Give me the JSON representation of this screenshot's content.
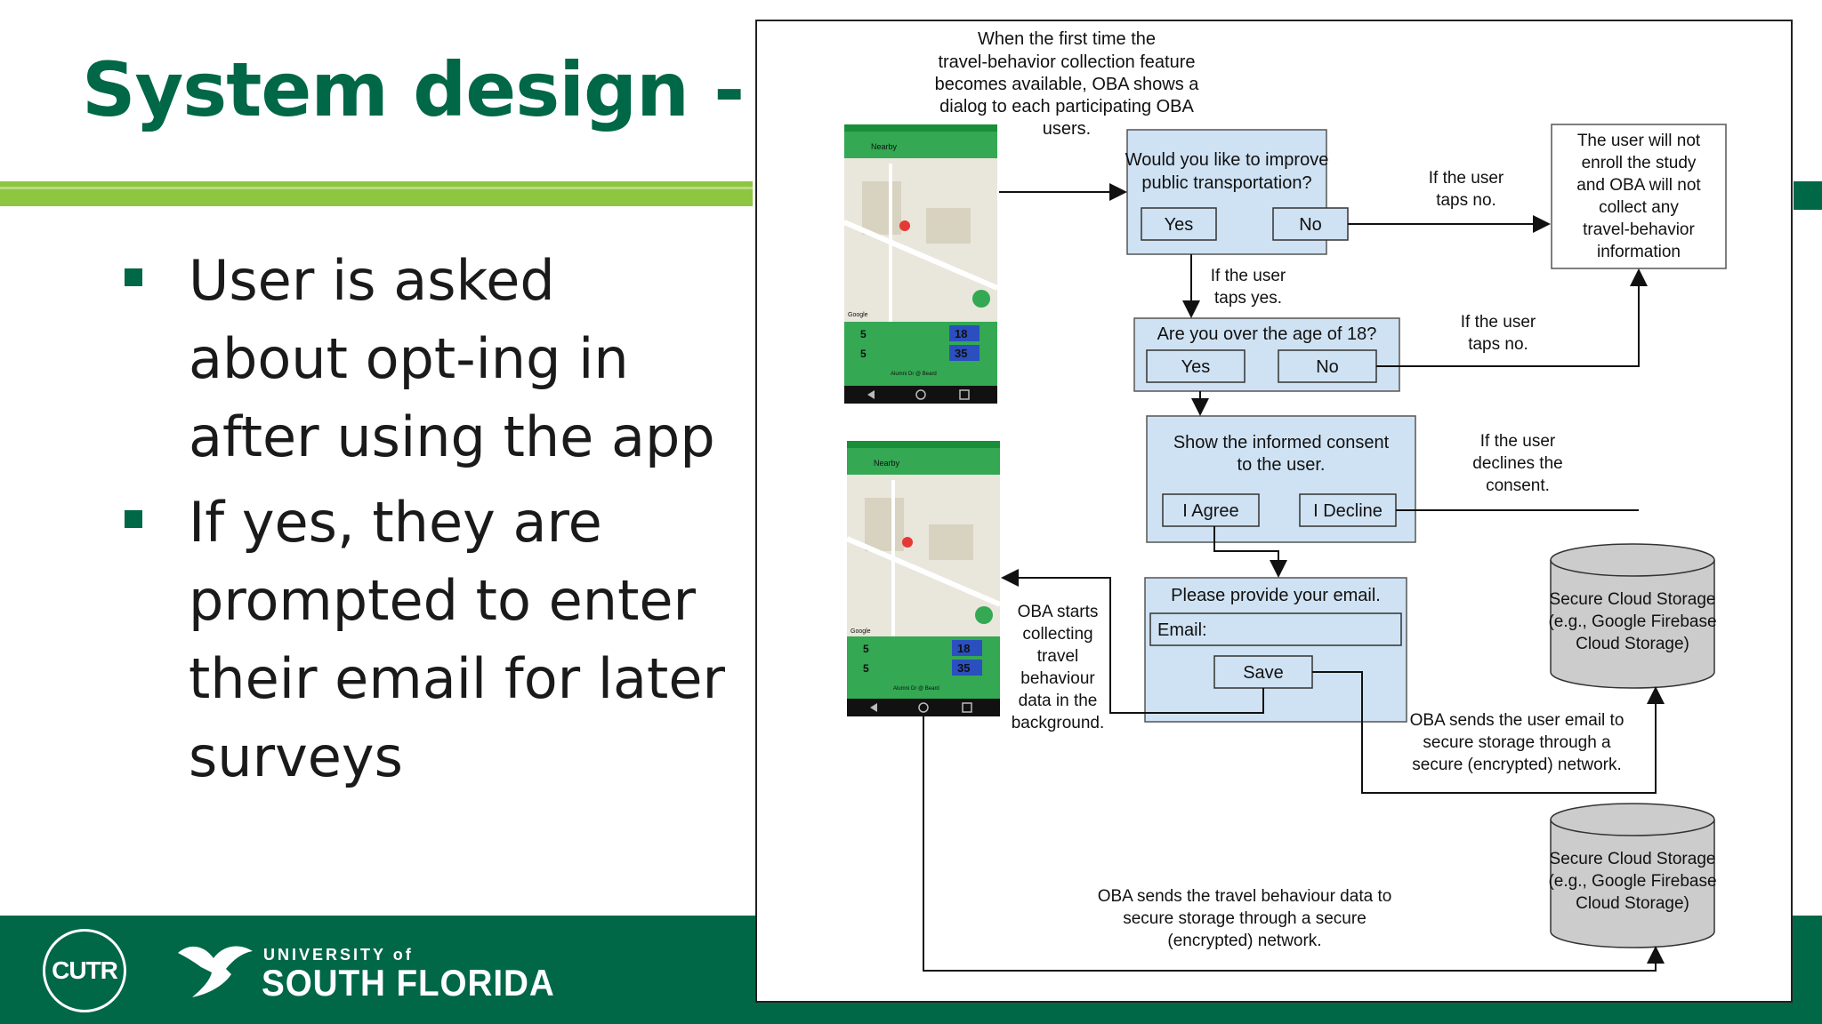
{
  "slide": {
    "title": "System design - UI",
    "bullets": [
      "User is asked about opt-ing in after using the app",
      "If yes, they are prompted to enter their email for later surveys"
    ]
  },
  "footer": {
    "cutr_logo": "CUTR",
    "university_prefix": "UNIVERSITY of",
    "university_name": "SOUTH FLORIDA"
  },
  "colors": {
    "brand_green": "#006747",
    "accent_green": "#8dc63f",
    "box_blue": "#cfe2f3",
    "cylinder_gray": "#cccccc"
  },
  "diagram": {
    "intro_note": [
      "When the first time the",
      "travel-behavior collection feature",
      "becomes available, OBA shows a",
      "dialog to each participating OBA",
      "users."
    ],
    "phone": {
      "app_bar_title": "Nearby",
      "route_number": "5",
      "times": [
        "18",
        "35"
      ],
      "stop_label": "Alumni Dr @ Beard",
      "map_brand": "Google"
    },
    "dialog_improve": {
      "question": [
        "Would you like to improve",
        "public transportation?"
      ],
      "yes": "Yes",
      "no": "No"
    },
    "note_taps_yes": [
      "If the user",
      "taps yes."
    ],
    "note_taps_no_1": [
      "If the user",
      "taps no."
    ],
    "note_taps_no_2": [
      "If the user",
      "taps no."
    ],
    "no_enroll_box": [
      "The user will not",
      "enroll the study",
      "and OBA will not",
      "collect any",
      "travel-behavior",
      "information"
    ],
    "dialog_age": {
      "question": "Are you over the age of 18?",
      "yes": "Yes",
      "no": "No"
    },
    "dialog_consent": {
      "text": [
        "Show the informed consent",
        "to the user."
      ],
      "agree": "I Agree",
      "decline": "I Decline"
    },
    "note_declines": [
      "If the user",
      "declines the",
      "consent."
    ],
    "dialog_email": {
      "text": "Please provide your email.",
      "field_label": "Email:",
      "save": "Save"
    },
    "note_collecting": [
      "OBA starts",
      "collecting",
      "travel",
      "behaviour",
      "data in the",
      "background."
    ],
    "storage_label": [
      "Secure Cloud Storage",
      "(e.g., Google Firebase",
      "Cloud Storage)"
    ],
    "note_email_storage": [
      "OBA sends the user email to",
      "secure storage through a",
      "secure (encrypted) network."
    ],
    "note_data_storage": [
      "OBA sends the travel behaviour data to",
      "secure storage through a secure",
      "(encrypted) network."
    ]
  }
}
